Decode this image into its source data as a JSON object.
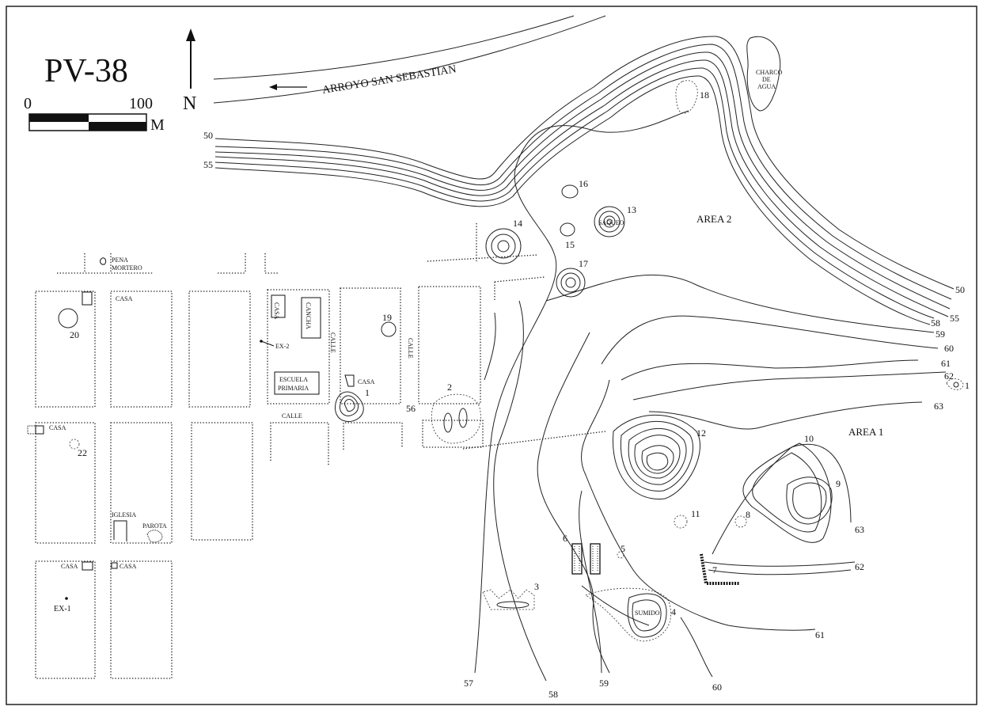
{
  "title": "PV-38",
  "north": "N",
  "scale": {
    "start": "0",
    "end": "100",
    "unit": "M"
  },
  "river": "ARROYO SAN SEBASTIAN",
  "charco": [
    "CHARCO",
    "DE",
    "AGUA"
  ],
  "areas": [
    "AREA 2",
    "AREA 1"
  ],
  "contour_labels": {
    "c50a": "50",
    "c55a": "55",
    "c50b": "50",
    "c55b": "55",
    "c58b": "58",
    "c59b": "59",
    "c60b": "60",
    "c61b": "61",
    "c62b": "62",
    "c63b": "63",
    "c63c": "63",
    "c62c": "62",
    "c61c": "61",
    "c57": "57",
    "c58": "58",
    "c59": "59",
    "c60": "60",
    "c56": "56"
  },
  "features": {
    "f1": "1",
    "f1e": "1",
    "f2": "2",
    "f3": "3",
    "f4": "4",
    "f5": "5",
    "f6": "6",
    "f7": "7",
    "f8": "8",
    "f9": "9",
    "f10": "10",
    "f11": "11",
    "f12": "12",
    "f13": "13",
    "f14": "14",
    "f15": "15",
    "f16": "16",
    "f17": "17",
    "f18": "18",
    "f19": "19",
    "f20": "20",
    "f22": "22"
  },
  "town": {
    "pena": "PENA",
    "mortero": "MORTERO",
    "casa": "CASA",
    "cancha": "CANCHA",
    "escuela": "ESCUELA",
    "primaria": "PRIMARIA",
    "calle": "CALLE",
    "iglesia": "IGLESIA",
    "parota": "PAROTA",
    "ex1": "EX-1",
    "ex2": "EX-2",
    "saqueo": "SAQUEO",
    "sumido": "SUMIDO"
  }
}
